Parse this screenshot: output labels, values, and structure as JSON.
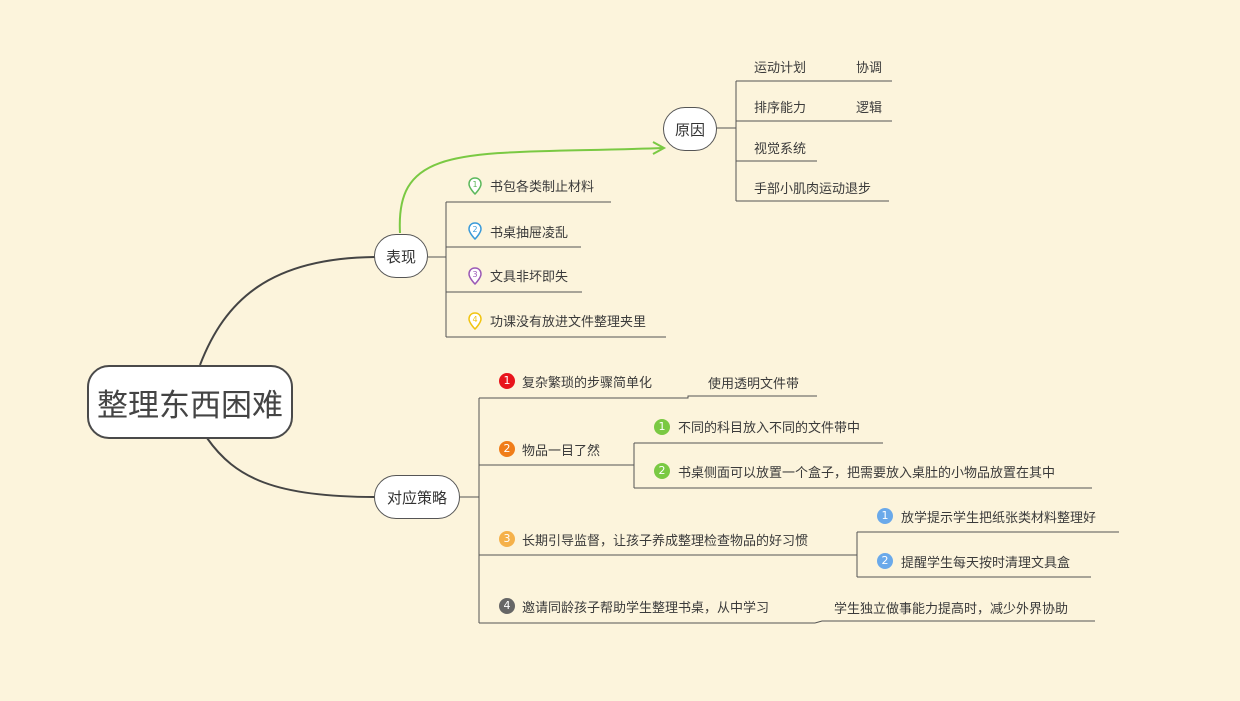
{
  "central": "整理东西困难",
  "biaoxian": {
    "label": "表现",
    "items": [
      "书包各类制止材料",
      "书桌抽屉凌乱",
      "文具非坏即失",
      "功课没有放进文件整理夹里"
    ],
    "marker_colors": [
      "#5cb85c",
      "#3a9ad9",
      "#9b59b6",
      "#f1c40f"
    ]
  },
  "yuanyin": {
    "label": "原因",
    "items": [
      {
        "text": "运动计划",
        "sub": "协调"
      },
      {
        "text": "排序能力",
        "sub": "逻辑"
      },
      {
        "text": "视觉系统",
        "sub": ""
      },
      {
        "text": "手部小肌肉运动退步",
        "sub": ""
      }
    ]
  },
  "celue": {
    "label": "对应策略",
    "items": [
      {
        "n": "1",
        "color": "#e8141c",
        "text": "复杂繁琐的步骤简单化",
        "children": [
          {
            "text": "使用透明文件带"
          }
        ]
      },
      {
        "n": "2",
        "color": "#f07d19",
        "text": "物品一目了然",
        "children": [
          {
            "n": "1",
            "color": "#7ac943",
            "text": "不同的科目放入不同的文件带中"
          },
          {
            "n": "2",
            "color": "#7ac943",
            "text": "书桌侧面可以放置一个盒子，把需要放入桌肚的小物品放置在其中"
          }
        ]
      },
      {
        "n": "3",
        "color": "#f5b14a",
        "text": "长期引导监督，让孩子养成整理检查物品的好习惯",
        "children": [
          {
            "n": "1",
            "color": "#6aa9ea",
            "text": "放学提示学生把纸张类材料整理好"
          },
          {
            "n": "2",
            "color": "#6aa9ea",
            "text": "提醒学生每天按时清理文具盒"
          }
        ]
      },
      {
        "n": "4",
        "color": "#666666",
        "text": "邀请同龄孩子帮助学生整理书桌，从中学习",
        "children": [
          {
            "text": "学生独立做事能力提高时，减少外界协助"
          }
        ]
      }
    ]
  },
  "colors": {
    "background": "#fcf4dc",
    "line": "#444444",
    "arrow": "#7ac943"
  }
}
